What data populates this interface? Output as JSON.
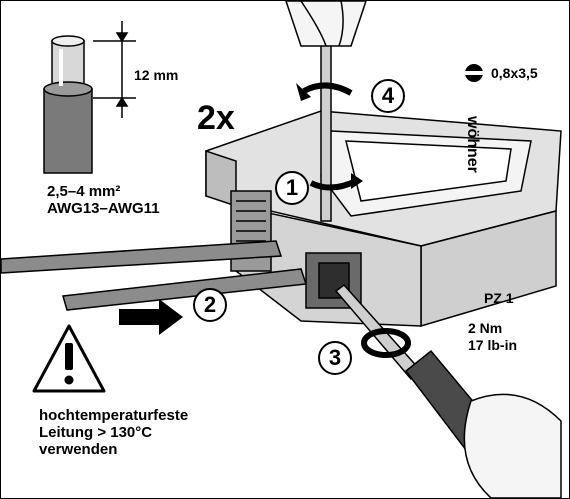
{
  "strip_length": "12 mm",
  "quantity": "2x",
  "slot_screwdriver": "0,8x3,5",
  "wire_size_mm": "2,5–4 mm²",
  "wire_size_awg": "AWG13–AWG11",
  "phillips_size": "PZ 1",
  "torque_nm": "2 Nm",
  "torque_lbin": "17 lb-in",
  "warning_lines": [
    "hochtemperaturfeste",
    "Leitung  > 130°C",
    "verwenden"
  ],
  "steps": [
    "1",
    "2",
    "3",
    "4"
  ],
  "brand": "wöhner",
  "colors": {
    "ink": "#000000",
    "housing": "#d9d9d9",
    "housing_dark": "#8a8a8a",
    "wire": "#8c8c8c"
  }
}
